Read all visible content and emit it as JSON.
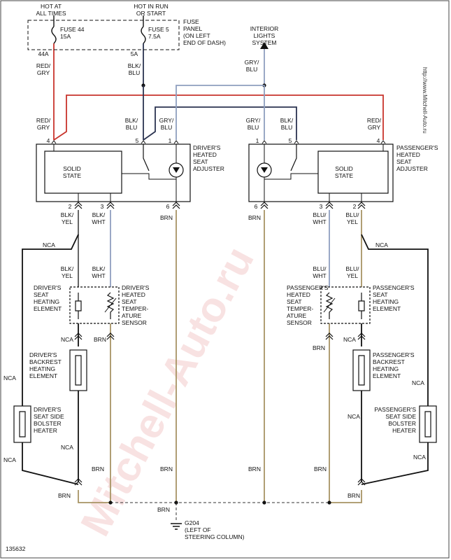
{
  "watermark": "Mitchell-Auto.ru",
  "side_url": "http://www.Mitchell-Auto.ru",
  "figure_id": "135632",
  "colors": {
    "red": "#c8342c",
    "navy": "#2b3350",
    "gray_blue": "#8e9fbf",
    "brown": "#a89464"
  },
  "power": {
    "hot_at_all_times": "HOT AT\nALL TIMES",
    "hot_in_run": "HOT IN RUN\nOR START",
    "fuse44": "FUSE 44\n15A",
    "fuse5": "FUSE 5\n7.5A",
    "fuse_panel": "FUSE\nPANEL\n(ON LEFT\nEND OF DASH)",
    "pin_44a": "44A",
    "pin_5a": "5A",
    "wire_red_gry": "RED/\nGRY",
    "wire_blk_blu": "BLK/\nBLU"
  },
  "interior_lights": "INTERIOR\nLIGHTS\nSYSTEM",
  "wire_gry_blu": "GRY/\nBLU",
  "driver": {
    "module": "DRIVER'S\nHEATED\nSEAT\nADJUSTER",
    "solid_state": "SOLID\nSTATE",
    "pins_top": [
      "4",
      "5",
      "1"
    ],
    "wires_top": [
      "RED/\nGRY",
      "BLK/\nBLU",
      "GRY/\nBLU"
    ],
    "pins_bottom": [
      "2",
      "3",
      "6"
    ],
    "wires_bottom": [
      "BLK/\nYEL",
      "BLK/\nWHT",
      "BRN"
    ],
    "wires_mid": [
      "BLK/\nYEL",
      "BLK/\nWHT"
    ],
    "seat_element": "DRIVER'S\nSEAT\nHEATING\nELEMENT",
    "temp_sensor": "DRIVER'S\nHEATED\nSEAT\nTEMPER-\nATURE\nSENSOR",
    "backrest": "DRIVER'S\nBACKREST\nHEATING\nELEMENT",
    "bolster": "DRIVER'S\nSEAT SIDE\nBOLSTER\nHEATER"
  },
  "passenger": {
    "module": "PASSENGER'S\nHEATED\nSEAT\nADJUSTER",
    "solid_state": "SOLID\nSTATE",
    "pins_top": [
      "1",
      "5",
      "4"
    ],
    "wires_top": [
      "GRY/\nBLU",
      "BLK/\nBLU",
      "RED/\nGRY"
    ],
    "pins_bottom": [
      "6",
      "3",
      "2"
    ],
    "wires_bottom": [
      "BRN",
      "BLU/\nWHT",
      "BLU/\nYEL"
    ],
    "wires_mid": [
      "BLU/\nWHT",
      "BLU/\nYEL"
    ],
    "seat_element": "PASSENGER'S\nSEAT\nHEATING\nELEMENT",
    "temp_sensor": "PASSENGER'S\nHEATED\nSEAT\nTEMPER-\nATURE\nSENSOR",
    "backrest": "PASSENGER'S\nBACKREST\nHEATING\nELEMENT",
    "bolster": "PASSENGER'S\nSEAT SIDE\nBOLSTER\nHEATER"
  },
  "nca": "NCA",
  "brn": "BRN",
  "ground": "G204\n(LEFT OF\nSTEERING COLUMN)"
}
